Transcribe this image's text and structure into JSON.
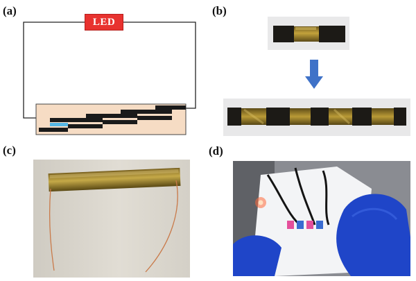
{
  "figure": {
    "panels": {
      "a": {
        "label": "(a)",
        "led_text": "LED"
      },
      "b": {
        "label": "(b)"
      },
      "c": {
        "label": "(c)"
      },
      "d": {
        "label": "(d)"
      }
    },
    "colors": {
      "led_box": "#e8322f",
      "substrate": "#f6dcc4",
      "electrode": "#1a1a1a",
      "overlap": "#56b8e6",
      "arrow": "#3f72c8",
      "tape_dark": "#1c1a16",
      "film_gold": "#a98a2c",
      "glove": "#1f45c8"
    }
  }
}
